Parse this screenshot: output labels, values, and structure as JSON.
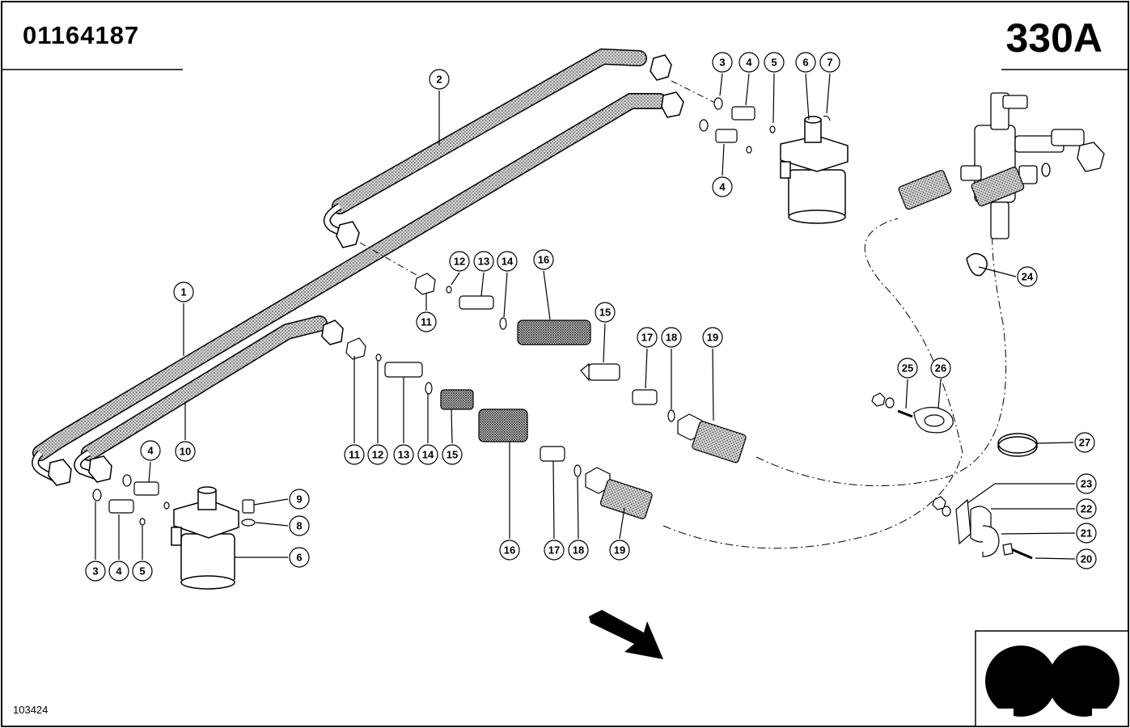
{
  "header": {
    "doc_number": "01164187",
    "page_code": "330A"
  },
  "footer": {
    "image_id": "103424"
  },
  "callouts": {
    "c1": "1",
    "c2": "2",
    "c3a": "3",
    "c4a": "4",
    "c5a": "5",
    "c6a": "6",
    "c7a": "7",
    "c4b": "4",
    "c12a": "12",
    "c13a": "13",
    "c14a": "14",
    "c16a": "16",
    "c11a": "11",
    "c15a": "15",
    "c17a": "17",
    "c18a": "18",
    "c19a": "19",
    "c10": "10",
    "c11b": "11",
    "c12b": "12",
    "c13b": "13",
    "c14b": "14",
    "c15b": "15",
    "c4c": "4",
    "c9": "9",
    "c8": "8",
    "c6b": "6",
    "c3b": "3",
    "c4d": "4",
    "c5b": "5",
    "c16b": "16",
    "c17b": "17",
    "c18b": "18",
    "c19b": "19",
    "c24": "24",
    "c25": "25",
    "c26": "26",
    "c27": "27",
    "c23": "23",
    "c22": "22",
    "c21": "21",
    "c20": "20"
  }
}
